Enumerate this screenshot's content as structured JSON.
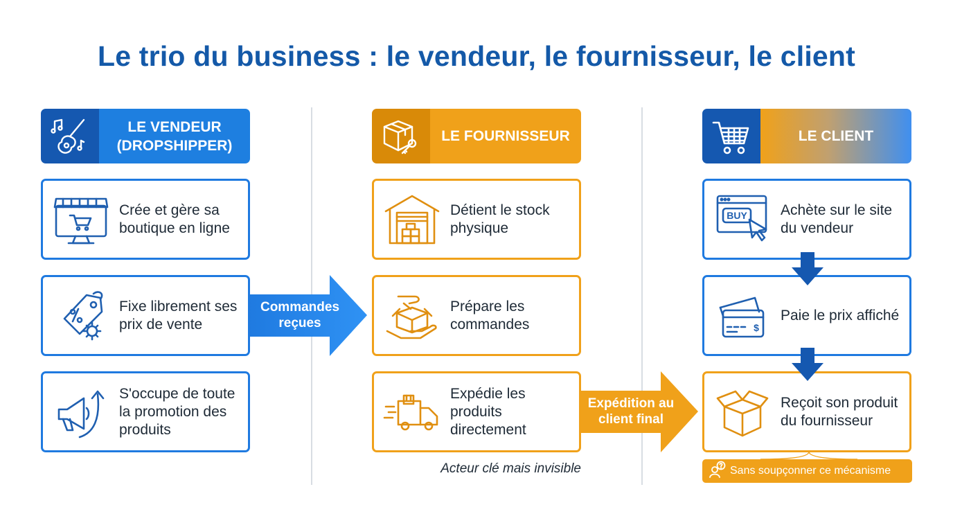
{
  "title": "Le trio du business : le vendeur, le fournisseur, le client",
  "colors": {
    "blue": "#1f7ae0",
    "dark_blue": "#1558b0",
    "orange": "#f0a11a",
    "title_blue": "#1459a8"
  },
  "columns": {
    "vendeur": {
      "header": "LE VENDEUR (DROPSHIPPER)",
      "header_icon": "guitar-music-icon",
      "items": [
        {
          "icon": "online-shop-icon",
          "text": "Crée et gère sa boutique en ligne"
        },
        {
          "icon": "price-tag-gear-icon",
          "text": "Fixe librement ses prix de vente"
        },
        {
          "icon": "megaphone-growth-icon",
          "text": "S'occupe de toute la promotion des produits"
        }
      ]
    },
    "fournisseur": {
      "header": "LE FOURNISSEUR",
      "header_icon": "box-key-icon",
      "items": [
        {
          "icon": "warehouse-icon",
          "text": "Détient le stock physique"
        },
        {
          "icon": "packing-hands-icon",
          "text": "Prépare les commandes"
        },
        {
          "icon": "delivery-truck-icon",
          "text": "Expédie les produits directement"
        }
      ],
      "note": "Acteur clé mais invisible"
    },
    "client": {
      "header": "LE CLIENT",
      "header_icon": "shopping-cart-icon",
      "items": [
        {
          "icon": "buy-click-icon",
          "text": "Achète sur le site du vendeur"
        },
        {
          "icon": "credit-card-icon",
          "text": "Paie le prix affiché"
        },
        {
          "icon": "open-box-icon",
          "text": "Reçoit son produit du fournisseur"
        }
      ],
      "badge": "Sans soupçonner ce mécanisme",
      "badge_icon": "person-question-icon"
    }
  },
  "arrows": {
    "orders": "Commandes reçues",
    "shipping": "Expédition au client final"
  }
}
